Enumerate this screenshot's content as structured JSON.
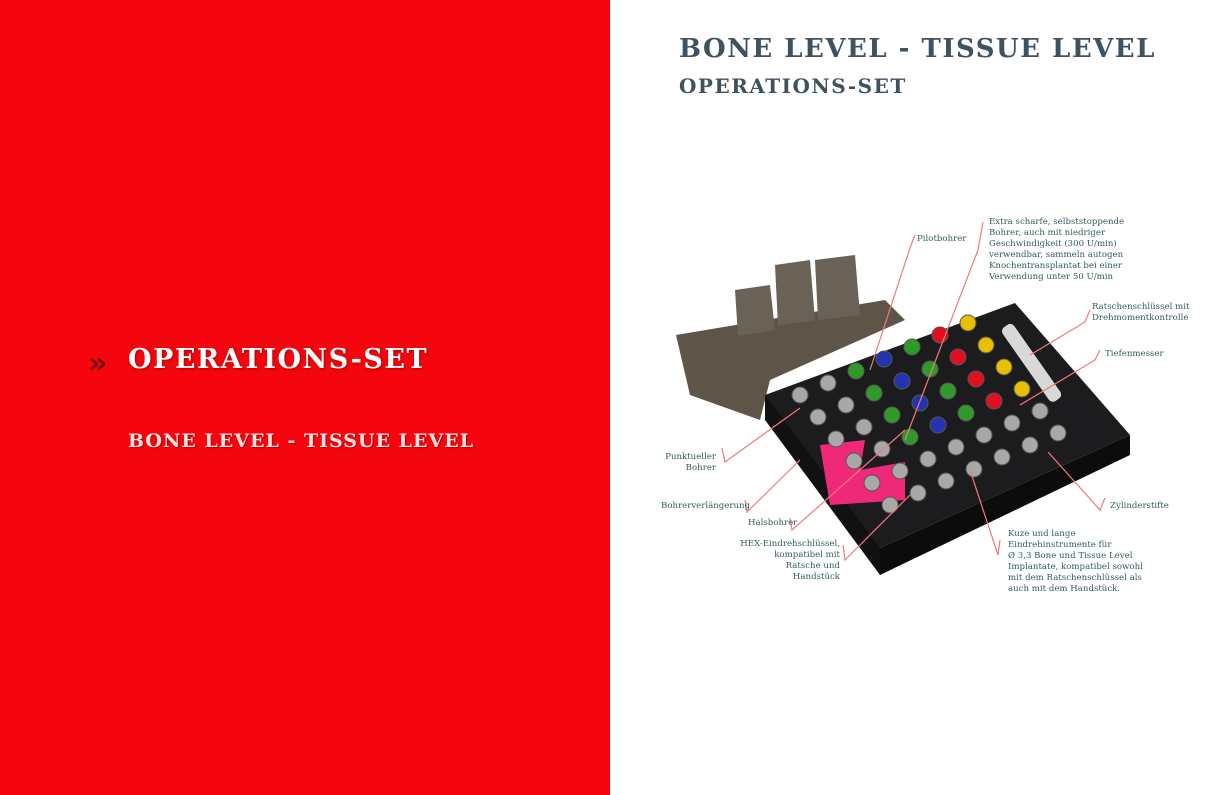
{
  "left_panel": {
    "chevron": "»",
    "title": "OPERATIONS-SET",
    "subtitle": "BONE LEVEL - TISSUE LEVEL"
  },
  "right_panel": {
    "title": "BONE LEVEL - TISSUE LEVEL",
    "subtitle": "OPERATIONS-SET"
  },
  "callouts": {
    "pilotbohrer": [
      "Pilotbohrer"
    ],
    "extra_scharfe": [
      "Extra scharfe, selbststoppende",
      "Bohrer, auch mit niedriger",
      "Geschwindigkeit (300 U/min)",
      "verwendbar, sammeln autogen",
      "Knochentransplantat bei einer",
      "Verwendung unter 50 U/min"
    ],
    "ratschenschluessel": [
      "Ratschenschlüssel mit",
      "Drehmomentkontrolle"
    ],
    "tiefenmesser": [
      "Tiefenmesser"
    ],
    "punktueller_bohrer": [
      "Punktueller",
      "Bohrer"
    ],
    "bohrerverlaengerung": [
      "Bohrerverlängerung"
    ],
    "halsbohrer": [
      "Halsbohrer"
    ],
    "hex": [
      "HEX-Eindrehschlüssel,",
      "kompatibel mit",
      "Ratsche und",
      "Handstück"
    ],
    "kurze_lange": [
      "Kuze und lange",
      "Eindrehinstrumente für",
      "Ø 3,3 Bone und Tissue Level",
      "Implantate, kompatibel sowohl",
      "mit dem Ratschenschlüssel als",
      "auch mit dem Handstück."
    ],
    "zylinderstifte": [
      "Zylinderstifte"
    ]
  },
  "colors": {
    "red": "#f5050d",
    "heading": "#3f5260",
    "label": "#2f5d5e",
    "leader": "#f07a7a"
  }
}
